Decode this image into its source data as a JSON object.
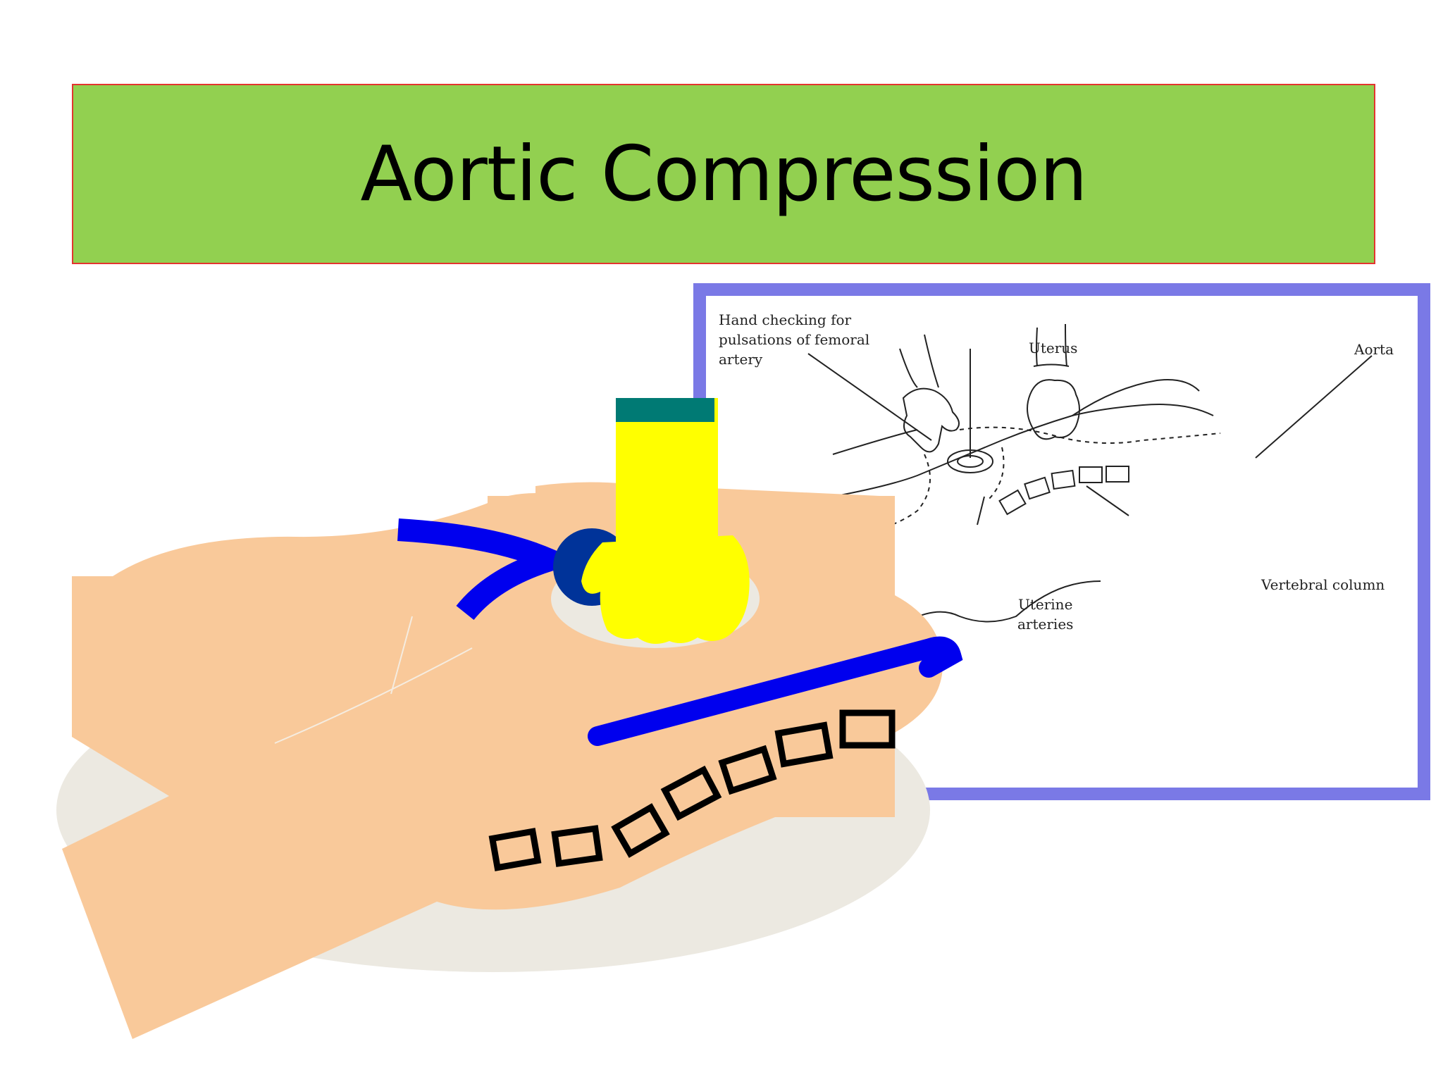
{
  "slide": {
    "title": "Aortic Compression"
  },
  "figure": {
    "labels": {
      "hand_checking_line1": "Hand checking for",
      "hand_checking_line2": "pulsations of femoral",
      "hand_checking_line3": "artery",
      "uterus": "Uterus",
      "aorta": "Aorta",
      "vertebral_column": "Vertebral column",
      "uterine_line1": "Uterine",
      "uterine_line2": "arteries"
    }
  },
  "colors": {
    "title_background": "#92d050",
    "title_border": "#e3342f",
    "frame": "#7a79e6",
    "skin": "#f9c99a",
    "shadow": "#ece9e1",
    "vessel": "#0000ee",
    "fist": "#ffff00",
    "cuff": "#007a74",
    "uterus_ball": "#003399"
  }
}
